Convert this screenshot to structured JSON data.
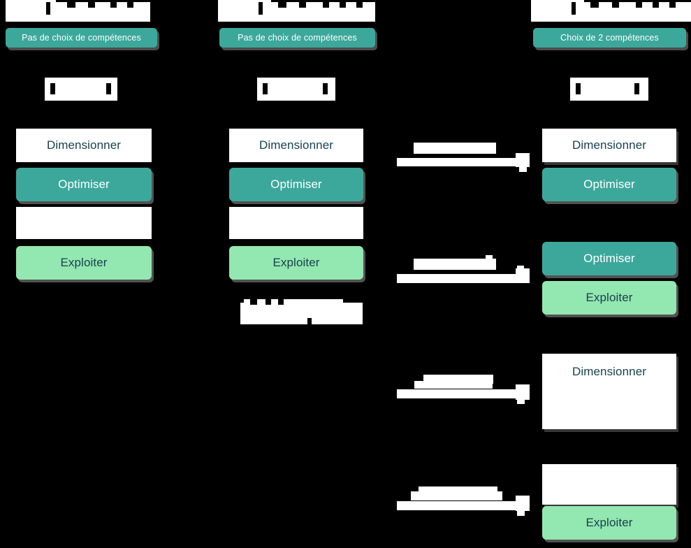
{
  "meta": {
    "background_color": "#000000",
    "accent_teal": "#3ca89b",
    "accent_green": "#93e7b0",
    "dark_text": "#17414c",
    "white": "#ffffff"
  },
  "columns": [
    {
      "id": "column-1",
      "header_redacted": true,
      "badge_label": "Pas de choix de compétences",
      "subtitle_redacted": true,
      "chip_redacted": true,
      "groups": [
        {
          "id": "group-1-1",
          "cards": [
            {
              "label": "Dimensionner",
              "style": "white"
            },
            {
              "label": "Optimiser",
              "style": "teal"
            },
            {
              "label": "",
              "style": "white"
            },
            {
              "label": "Exploiter",
              "style": "green"
            }
          ]
        }
      ],
      "footnote_redacted": false
    },
    {
      "id": "column-2",
      "header_redacted": true,
      "badge_label": "Pas de choix de compétences",
      "subtitle_redacted": true,
      "chip_redacted": true,
      "groups": [
        {
          "id": "group-2-1",
          "cards": [
            {
              "label": "Dimensionner",
              "style": "white"
            },
            {
              "label": "Optimiser",
              "style": "teal"
            },
            {
              "label": "",
              "style": "white"
            },
            {
              "label": "Exploiter",
              "style": "green"
            }
          ]
        }
      ],
      "footnote_redacted": true
    },
    {
      "id": "column-3",
      "header_redacted": true,
      "badge_label": "Choix de 2 compétences",
      "subtitle_redacted": true,
      "chip_redacted": true,
      "groups": [
        {
          "id": "group-3-1",
          "cards": [
            {
              "label": "Dimensionner",
              "style": "white"
            },
            {
              "label": "Optimiser",
              "style": "teal"
            }
          ]
        },
        {
          "id": "group-3-2",
          "cards": [
            {
              "label": "Optimiser",
              "style": "teal"
            },
            {
              "label": "Exploiter",
              "style": "green"
            }
          ]
        },
        {
          "id": "group-3-3",
          "cards": [
            {
              "label": "Dimensionner",
              "style": "white"
            }
          ]
        },
        {
          "id": "group-3-4",
          "cards": [
            {
              "label": "",
              "style": "white"
            },
            {
              "label": "Exploiter",
              "style": "green"
            }
          ]
        }
      ],
      "footnote_redacted": false
    }
  ],
  "connectors": [
    {
      "id": "connector-1",
      "redacted": true,
      "direction": "right"
    },
    {
      "id": "connector-2",
      "redacted": true,
      "direction": "right"
    },
    {
      "id": "connector-3",
      "redacted": true,
      "direction": "right"
    },
    {
      "id": "connector-4",
      "redacted": true,
      "direction": "right"
    }
  ]
}
